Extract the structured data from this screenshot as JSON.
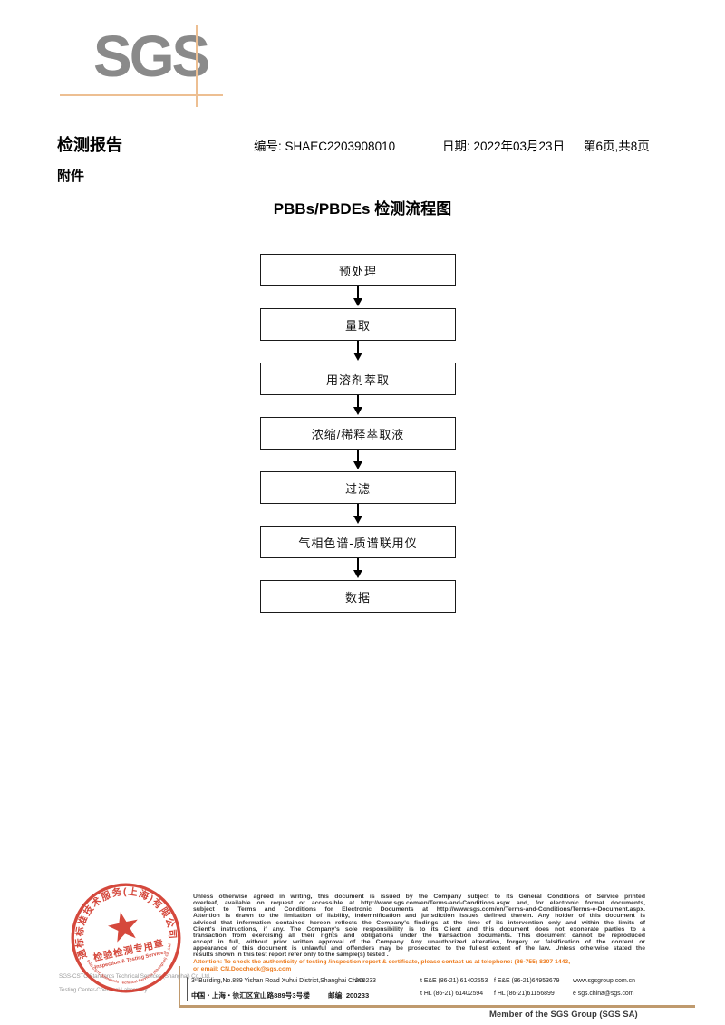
{
  "header": {
    "logo": "SGS",
    "title": "检测报告",
    "report_no": "编号: SHAEC2203908010",
    "date": "日期: 2022年03月23日",
    "page_info": "第6页,共8页",
    "attachment": "附件"
  },
  "flowchart": {
    "title": "PBBs/PBDEs 检测流程图",
    "steps": [
      "预处理",
      "量取",
      "用溶剂萃取",
      "浓缩/稀释萃取液",
      "过滤",
      "气相色谱-质谱联用仪",
      "数据"
    ]
  },
  "stamp": {
    "arc_top": "通标标准技术服务(上海)有限公司",
    "center_cn": "检验检测专用章",
    "center_en": "Inspection & Testing Services",
    "arc_bottom": "SGS-CSTC Standards Technical Services (Shanghai) Co.,Ltd.",
    "color": "#d23b2e"
  },
  "company_gray": {
    "line1": "SGS-CSTC Standards Technical Services (Shanghai) Co.,Ltd.",
    "line2": "Testing Center-Chemical Laboratory"
  },
  "legal": {
    "lines": [
      "Unless otherwise agreed in writing, this document is issued by the Company subject to its General Conditions of Service printed",
      "overleaf, available on request or accessible at http://www.sgs.com/en/Terms-and-Conditions.aspx and, for electronic format documents,",
      "subject to Terms and Conditions for Electronic Documents at http://www.sgs.com/en/Terms-and-Conditions/Terms-e-Document.aspx.",
      "Attention is drawn to the limitation of liability, indemnification and jurisdiction issues defined therein. Any holder of this document is",
      "advised that information contained hereon reflects the Company's findings at the time of its intervention only and within the limits of",
      "Client's instructions, if any. The Company's sole responsibility is to its Client and this document does not exonerate parties to a",
      "transaction from exercising all their rights and obligations under the transaction documents. This document cannot be reproduced",
      "except in full, without prior written approval of the Company. Any unauthorized alteration, forgery or falsification of the content or",
      "appearance of this document is unlawful and offenders may be prosecuted to the fullest extent of the law. Unless otherwise stated the",
      "results shown in this test report refer only to the sample(s) tested ."
    ],
    "attention_line1": "Attention: To check the authenticity of testing /inspection report & certificate, please contact us at telephone: (86-755) 8307 1443,",
    "attention_line2": "or email: CN.Doccheck@sgs.com"
  },
  "address": {
    "en": "3ʳᵈBuilding,No.889 Yishan Road Xuhui District,Shanghai China",
    "en_postal": "200233",
    "cn": "中国・上海・徐汇区宜山路889号3号楼",
    "cn_postal": "邮编: 200233",
    "tel1": "t E&E (86-21) 61402553",
    "fax1": "f E&E (86-21)64953679",
    "web": "www.sgsgroup.com.cn",
    "tel2": "t HL (86-21) 61402594",
    "fax2": "f HL (86-21)61156899",
    "email": "e  sgs.china@sgs.com"
  },
  "footer": {
    "member_text": "Member of the SGS Group (SGS SA)"
  }
}
